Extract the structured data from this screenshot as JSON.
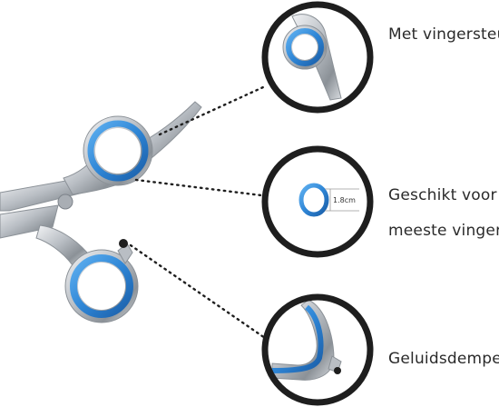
{
  "callouts": {
    "finger_rest": "Met vingersteun",
    "fits_line1": "Geschikt voor",
    "fits_line2": "meeste vingers",
    "silencer": "Geluidsdemper"
  },
  "measurement": "1.8cm",
  "colors": {
    "ring_blue": "#2f86d6",
    "ring_blue_dark": "#1a5ea8",
    "steel": "#bfc3c8",
    "steel_dark": "#7d838a",
    "circle_border": "#1e1e1e",
    "text": "#2a2a2a"
  }
}
